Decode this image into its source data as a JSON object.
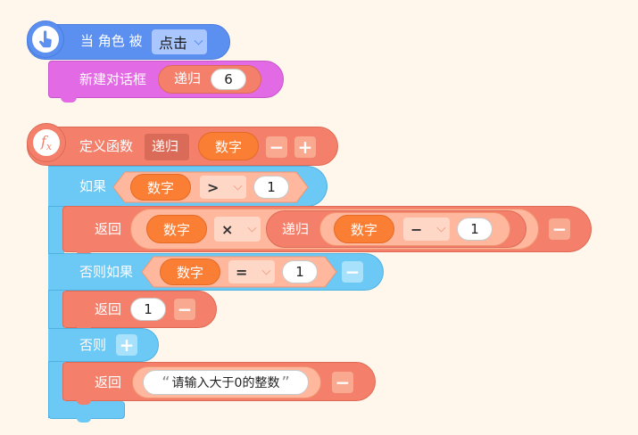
{
  "event": {
    "prefix": "当 角色 被",
    "trigger": "点击"
  },
  "dialog": {
    "label": "新建对话框",
    "call_name": "递归",
    "arg": "6"
  },
  "def": {
    "label": "定义函数",
    "name": "递归",
    "param": "数字",
    "minus": "−",
    "plus": "+"
  },
  "if1": {
    "label": "如果",
    "left": "数字",
    "op": ">",
    "right": "1"
  },
  "ret1": {
    "label": "返回",
    "left": "数字",
    "op": "×",
    "call": "递归",
    "inner_left": "数字",
    "inner_op": "−",
    "inner_right": "1",
    "minus": "−"
  },
  "elif": {
    "label": "否则如果",
    "left": "数字",
    "op": "=",
    "right": "1",
    "minus": "−"
  },
  "ret2": {
    "label": "返回",
    "value": "1",
    "minus": "−"
  },
  "else": {
    "label": "否则",
    "plus": "+"
  },
  "ret3": {
    "label": "返回",
    "open_quote": "“",
    "text": "请输入大于0的整数",
    "close_quote": "”",
    "minus": "−"
  },
  "colors": {
    "event": "#5b8ff0",
    "looks": "#e26ae4",
    "function": "#f4806b",
    "control": "#6cc8f4",
    "operator": "#fb7e35"
  },
  "icons": {
    "event": "pointing-hand-icon",
    "function": "fx-icon"
  }
}
